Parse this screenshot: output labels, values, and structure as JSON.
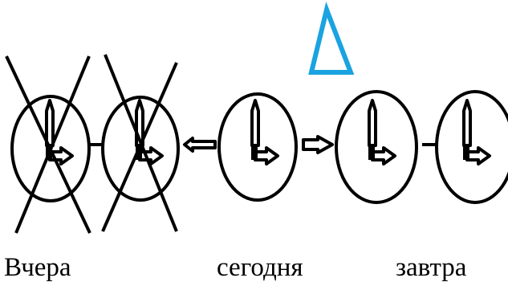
{
  "labels": {
    "yesterday": "Вчера",
    "today": "сегодня",
    "tomorrow": "завтра"
  },
  "clocks": [
    {
      "id": "clock-1",
      "crossed": true
    },
    {
      "id": "clock-2",
      "crossed": true
    },
    {
      "id": "clock-3",
      "crossed": false
    },
    {
      "id": "clock-4",
      "crossed": false
    },
    {
      "id": "clock-5",
      "crossed": false
    }
  ],
  "colors": {
    "stroke": "#000000",
    "delta": "#1aa3e0",
    "background": "#ffffff"
  },
  "symbols": {
    "delta": "triangle-outline"
  }
}
